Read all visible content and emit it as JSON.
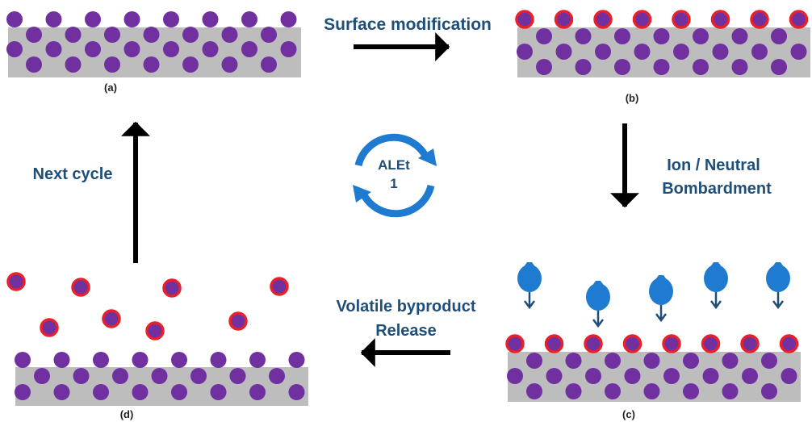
{
  "panels": {
    "a": "(a)",
    "b": "(b)",
    "c": "(c)",
    "d": "(d)"
  },
  "steps": {
    "surface_modification": "Surface modification",
    "ion_bombardment_line1": "Ion / Neutral",
    "ion_bombardment_line2": "Bombardment",
    "volatile_line1": "Volatile byproduct",
    "volatile_line2": "Release",
    "next_cycle": "Next cycle"
  },
  "cycle_badge": {
    "line1": "ALEt",
    "line2": "1"
  },
  "colors": {
    "substrate": "#bdbdbd",
    "atom": "#7030a0",
    "modifier_ring": "#e8202a",
    "ion": "#1f7bd0",
    "ion_arrow": "#1f4e79",
    "text": "#1f4e79",
    "cycle_arrow": "#1f7bd0",
    "process_arrow": "#000000"
  },
  "icons": {
    "ion": "ion-droplet-icon",
    "cycle": "cycle-arrows-icon"
  }
}
